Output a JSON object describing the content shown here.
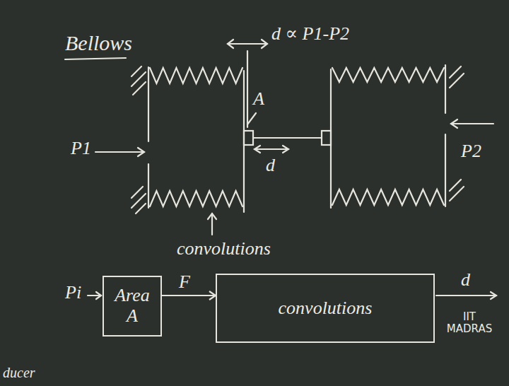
{
  "diagram": {
    "title": "Bellows",
    "nodes": [
      {
        "text": [
          "Area A"
        ]
      },
      {
        "text": [
          "convolutions"
        ]
      }
    ],
    "edges": [
      {
        "from": 0,
        "to": 1,
        "arrow": "to",
        "label": "F"
      }
    ],
    "labels": [
      "d ∝ P1-P2",
      "P1",
      "A",
      "d",
      "P2",
      "convolutions",
      "Pi",
      "d",
      "IIT MADRAS",
      "ducer"
    ]
  }
}
